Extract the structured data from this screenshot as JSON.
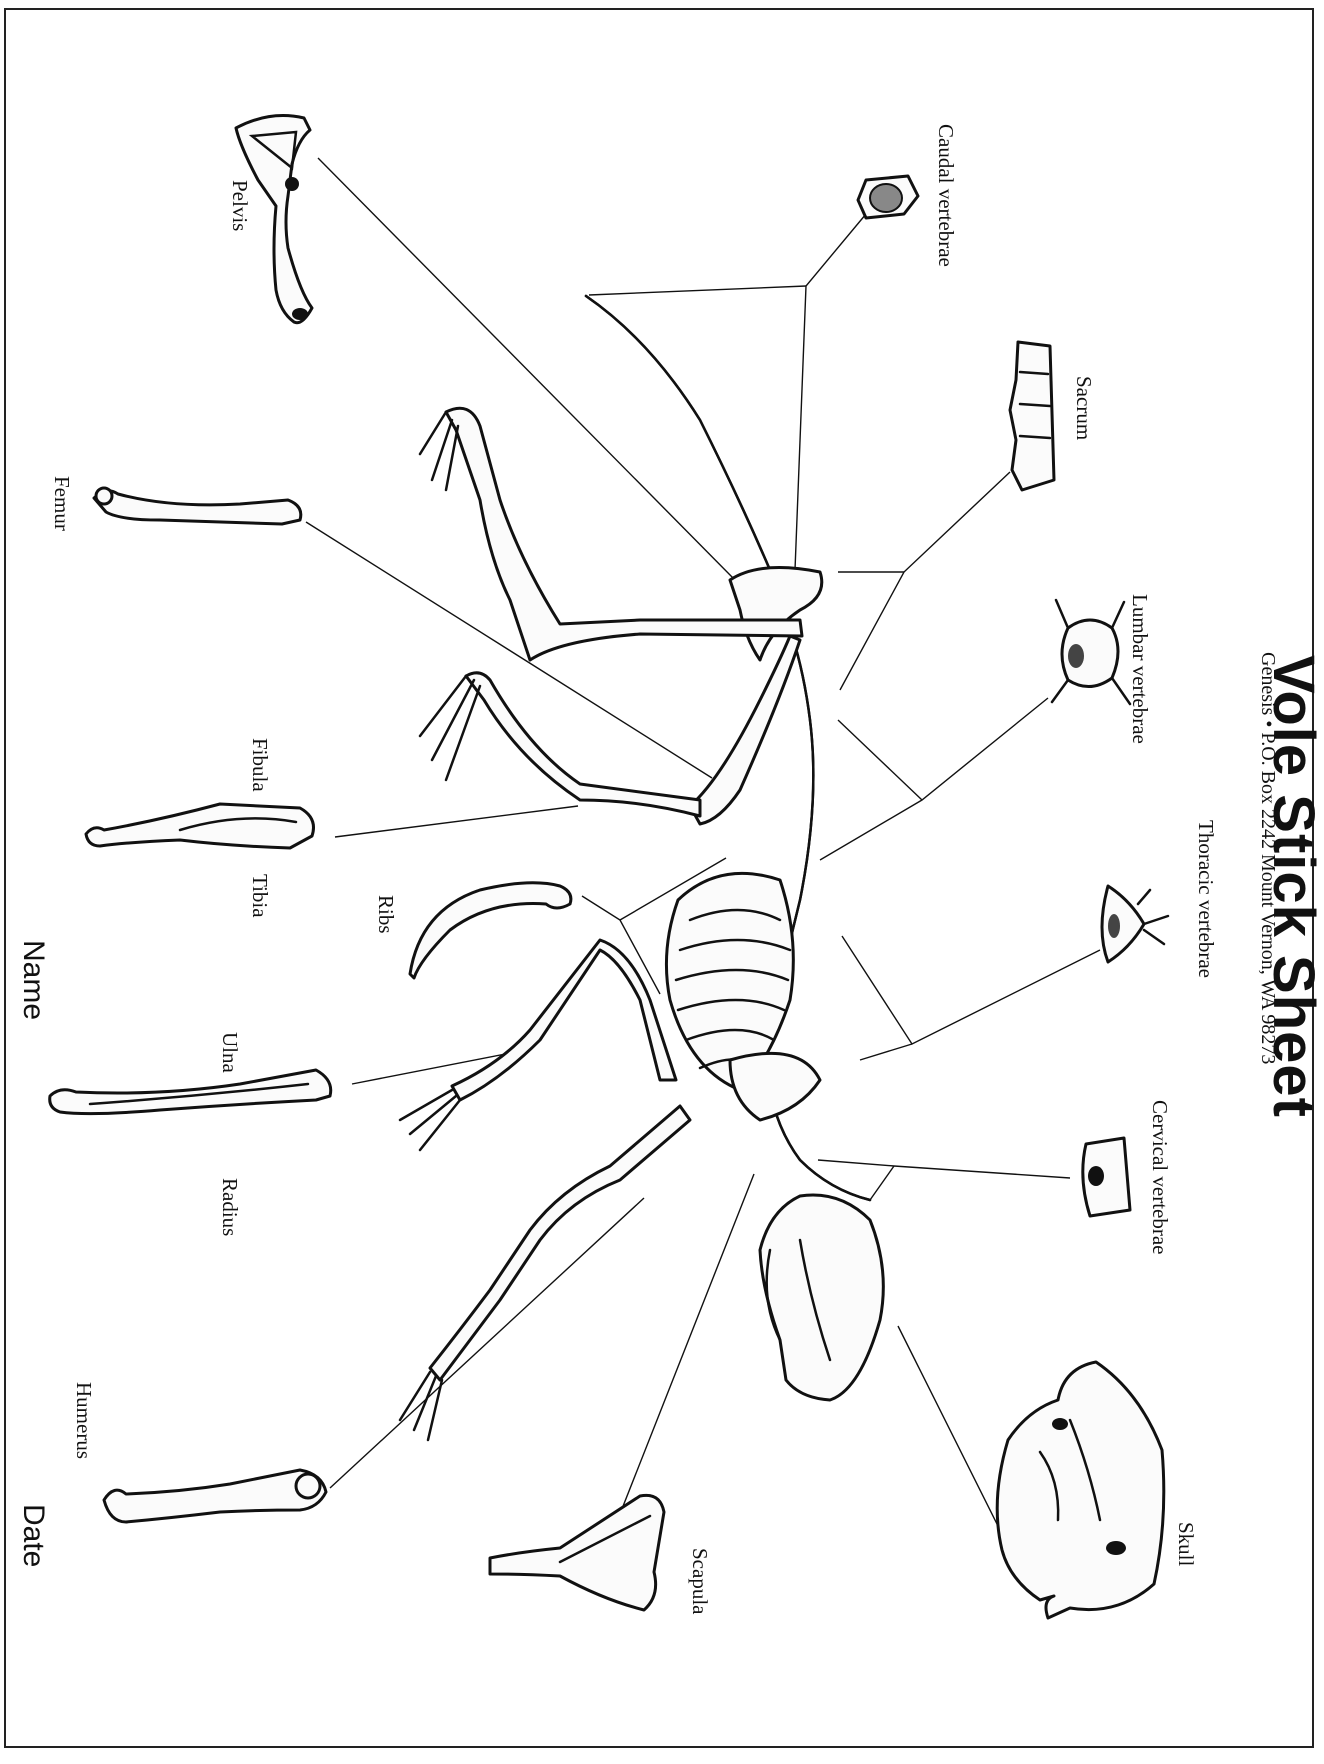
{
  "sheet": {
    "title": "Vole Stick Sheet",
    "publisher": "Genesis • P.O. Box 2242 Mount Vernon, WA 98273",
    "name_label": "Name",
    "date_label": "Date"
  },
  "bones": {
    "pelvis": "Pelvis",
    "femur": "Femur",
    "fibula": "Fibula",
    "tibia": "Tibia",
    "ribs": "Ribs",
    "ulna": "Ulna",
    "radius": "Radius",
    "humerus": "Humerus",
    "scapula": "Scapula",
    "skull": "Skull",
    "caudal_vertebrae": "Caudal vertebrae",
    "sacrum": "Sacrum",
    "lumbar_vertebrae": "Lumbar vertebrae",
    "thoracic_vertebrae": "Thoracic vertebrae",
    "cervical_vertebrae": "Cervical vertebrae"
  }
}
